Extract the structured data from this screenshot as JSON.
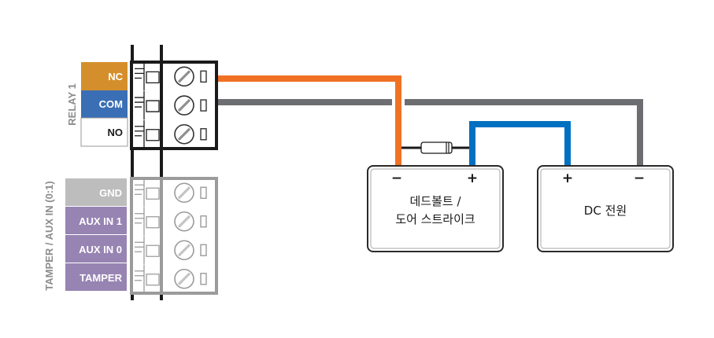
{
  "relay_group": {
    "title": "RELAY 1",
    "terminals": [
      {
        "label": "NC",
        "color": "#d48f2c",
        "text_color": "#ffffff"
      },
      {
        "label": "COM",
        "color": "#3a6fb5",
        "text_color": "#ffffff"
      },
      {
        "label": "NO",
        "color": "#ffffff",
        "text_color": "#1a1a1a"
      }
    ]
  },
  "aux_group": {
    "title": "TAMPER / AUX IN (0:1)",
    "terminals": [
      {
        "label": "GND",
        "color": "#bdbdbd",
        "text_color": "#ffffff"
      },
      {
        "label": "AUX IN 1",
        "color": "#9784b2",
        "text_color": "#ffffff"
      },
      {
        "label": "AUX IN 0",
        "color": "#9784b2",
        "text_color": "#ffffff"
      },
      {
        "label": "TAMPER",
        "color": "#9784b2",
        "text_color": "#ffffff"
      }
    ]
  },
  "devices": {
    "lock": {
      "line1": "데드볼트 /",
      "line2": "도어 스트라이크",
      "neg_label": "−",
      "pos_label": "+"
    },
    "power": {
      "label": "DC 전원",
      "pos_label": "+",
      "neg_label": "−"
    }
  },
  "wires": {
    "nc_color": "#f07124",
    "com_color": "#6d6e71",
    "dc_pos_color": "#0070c0",
    "diode_lead_color": "#1a1a1a"
  }
}
